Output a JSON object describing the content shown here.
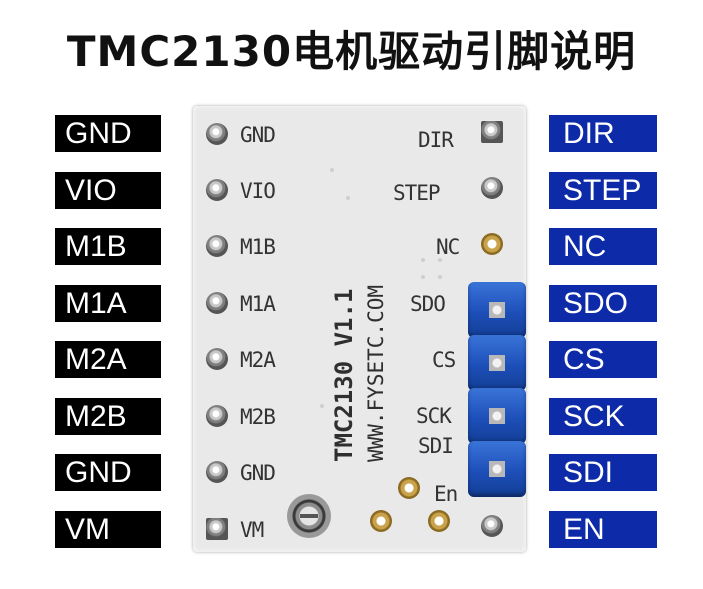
{
  "title": "TMC2130电机驱动引脚说明",
  "left_labels": [
    "GND",
    "VIO",
    "M1B",
    "M1A",
    "M2A",
    "M2B",
    "GND",
    "VM"
  ],
  "right_labels": [
    "DIR",
    "STEP",
    "NC",
    "SDO",
    "CS",
    "SCK",
    "SDI",
    "EN"
  ],
  "board": {
    "left_pins": [
      "GND",
      "VIO",
      "M1B",
      "M1A",
      "M2A",
      "M2B",
      "GND",
      "VM"
    ],
    "right_pins": [
      "DIR",
      "STEP",
      "NC",
      "SDO",
      "CS",
      "SCK",
      "SDI",
      "En"
    ],
    "model_text": "TMC2130 V1.1",
    "url_text": "WWW.FYSETC.COM"
  },
  "colors": {
    "left_label_bg": "#000000",
    "right_label_bg": "#0d2ba8",
    "header_blue": "#1d4fb8",
    "board_bg": "#e9e9e9"
  }
}
